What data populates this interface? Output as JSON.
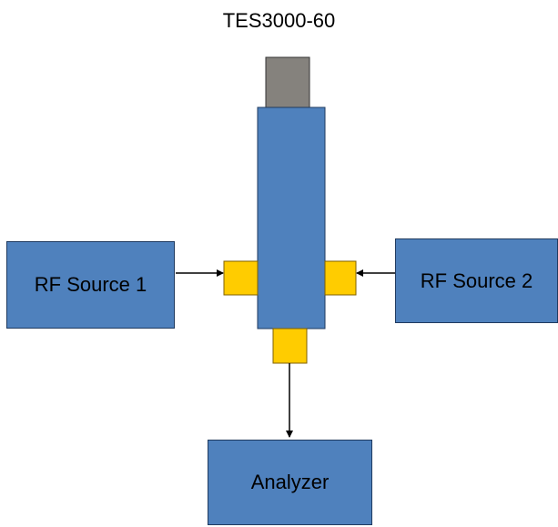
{
  "title": "TES3000-60",
  "blocks": {
    "source1": "RF Source 1",
    "source2": "RF Source 2",
    "analyzer": "Analyzer"
  },
  "colors": {
    "block_fill": "#4f81bd",
    "block_border": "#1f3a5f",
    "port_fill": "#ffcc00",
    "port_border": "#7f6000",
    "cap_fill": "#85827d",
    "arrow": "#000000"
  }
}
